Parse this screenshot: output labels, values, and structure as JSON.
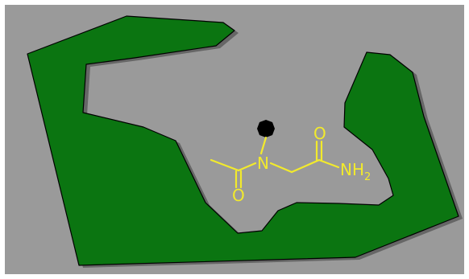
{
  "colors": {
    "background": "#9a9a9a",
    "pocket": "#0b7511",
    "pocket_outline": "#000000",
    "pocket_shadow": "#666666",
    "molecule": "#f2ea2c",
    "marker": "#000000"
  },
  "molecule": {
    "atoms": {
      "nitrogen": "N",
      "carbonyl_oxygen_left": "O",
      "carbonyl_oxygen_right": "O",
      "amide_nh": "NH",
      "amide_subscript": "2"
    }
  }
}
